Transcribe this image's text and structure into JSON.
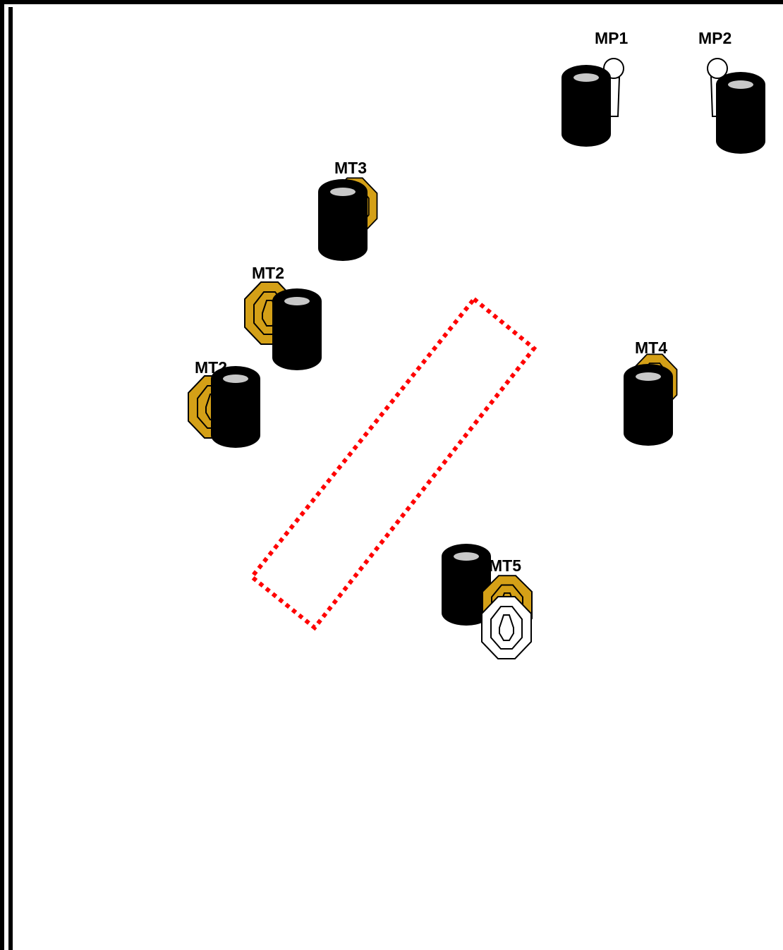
{
  "colors": {
    "frame": "#000000",
    "target_fill": "#d4a017",
    "target_stroke": "#000000",
    "noshoot_fill": "#ffffff",
    "barrel_fill": "#000000",
    "barrel_top": "#c8c8c8",
    "shooting_box": "#ff0000"
  },
  "icons": {
    "target": "metal-target-icon",
    "noshoot": "no-shoot-target-icon",
    "popper": "popper-icon",
    "barrel": "barrel-stack-icon"
  },
  "labels": {
    "mp1": "MP1",
    "mp2": "MP2",
    "mt3": "MT3",
    "mt2_upper": "MT2",
    "mt2_lower": "MT2",
    "mt4": "MT4",
    "mt5": "MT5"
  }
}
